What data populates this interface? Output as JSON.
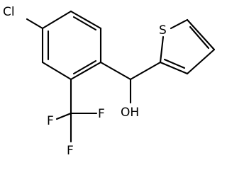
{
  "structure": {
    "atoms": {
      "chlorine": "Cl",
      "sulfur": "S",
      "hydroxyl": "OH",
      "fluorine_top": "F",
      "fluorine_right": "F",
      "fluorine_bottom": "F"
    }
  }
}
